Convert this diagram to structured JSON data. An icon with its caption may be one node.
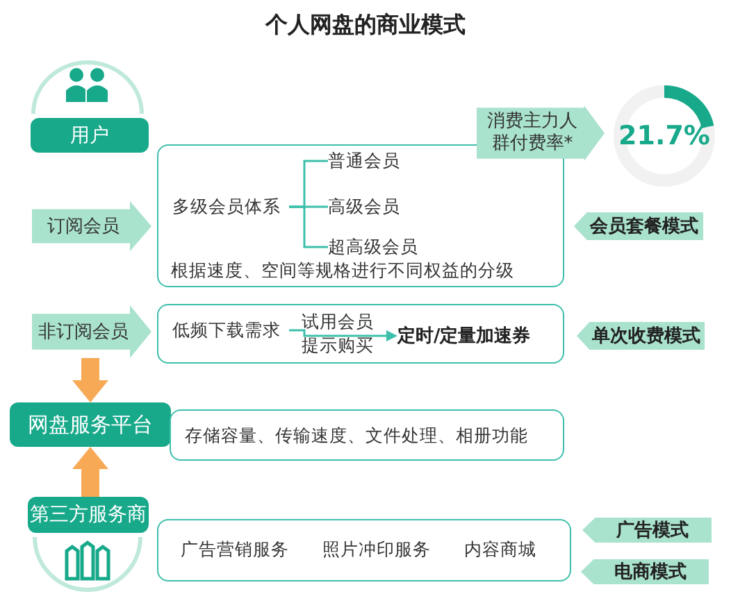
{
  "diagram": {
    "title": "个人网盘的商业模式",
    "nodes": [
      {
        "text": [
          "用户"
        ]
      },
      {
        "text": [
          "消费主力人群付费率*"
        ]
      },
      {
        "text": [
          "21.7%"
        ]
      },
      {
        "text": [
          "订阅会员"
        ]
      },
      {
        "text": [
          "根据速度、空间等规格进行不同权益的分级"
        ]
      },
      {
        "text": [
          "多级会员体系"
        ],
        "in": 4
      },
      {
        "text": [
          "普通会员"
        ],
        "in": 4
      },
      {
        "text": [
          "高级会员"
        ],
        "in": 4
      },
      {
        "text": [
          "超高级会员"
        ],
        "in": 4
      },
      {
        "text": [
          "会员套餐模式"
        ]
      },
      {
        "text": [
          "非订阅会员"
        ]
      },
      {
        "text": [],
        "shape": "box"
      },
      {
        "text": [
          "低频下载需求"
        ],
        "in": 11
      },
      {
        "text": [
          "定时/定量加速券"
        ],
        "in": 11
      },
      {
        "text": [
          "单次收费模式"
        ]
      },
      {
        "text": [
          "网盘服务平台"
        ]
      },
      {
        "text": [
          "存储容量、传输速度、文件处理、相册功能"
        ]
      },
      {
        "text": [
          "第三方服务商"
        ]
      },
      {
        "text": [
          "广告营销服务",
          "照片冲印服务",
          "内容商城"
        ]
      },
      {
        "text": [
          "广告模式"
        ]
      },
      {
        "text": [
          "电商模式"
        ]
      }
    ],
    "edges": [
      {
        "from": 5,
        "to": 6,
        "arrow": "none"
      },
      {
        "from": 5,
        "to": 7,
        "arrow": "none"
      },
      {
        "from": 5,
        "to": 8,
        "arrow": "none"
      },
      {
        "from": 12,
        "to": 13,
        "arrow": "to",
        "label": "试用会员提示购买"
      },
      {
        "from": 10,
        "to": 15,
        "arrow": "to",
        "style": "thick",
        "color": "#f7a955"
      },
      {
        "from": 17,
        "to": 15,
        "arrow": "to",
        "style": "thick",
        "color": "#f7a955"
      }
    ]
  }
}
